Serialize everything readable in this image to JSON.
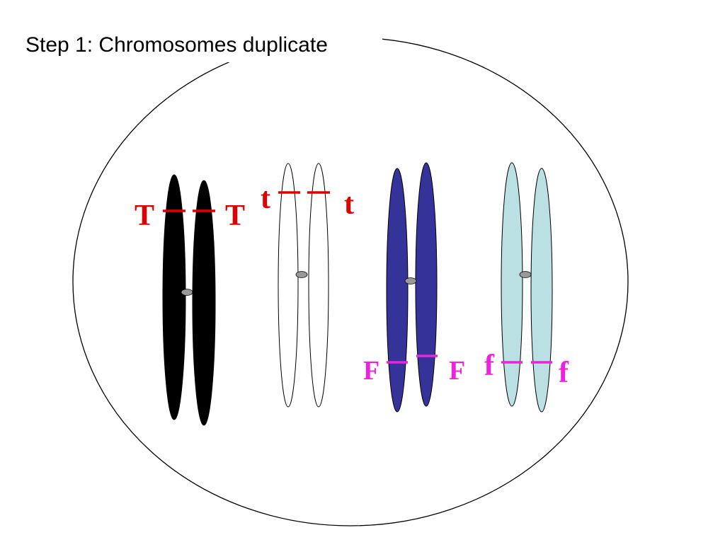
{
  "title": "Step 1:  Chromosomes duplicate",
  "colors": {
    "cell_outline": "#000000",
    "centromere": "#999999",
    "allele_t": "#e00000",
    "allele_f": "#ee22dd"
  },
  "chromosome_pairs": [
    {
      "fill": "#000000",
      "alleles": [
        {
          "label": "T",
          "color": "#e00000"
        },
        {
          "label": "T",
          "color": "#e00000"
        }
      ]
    },
    {
      "fill": "#ffffff",
      "alleles": [
        {
          "label": "t",
          "color": "#e00000"
        },
        {
          "label": "t",
          "color": "#e00000"
        }
      ]
    },
    {
      "fill": "#333399",
      "alleles": [
        {
          "label": "F",
          "color": "#ee22dd"
        },
        {
          "label": "F",
          "color": "#ee22dd"
        }
      ]
    },
    {
      "fill": "#bbe0e3",
      "alleles": [
        {
          "label": "f",
          "color": "#ee22dd"
        },
        {
          "label": "f",
          "color": "#ee22dd"
        }
      ]
    }
  ]
}
